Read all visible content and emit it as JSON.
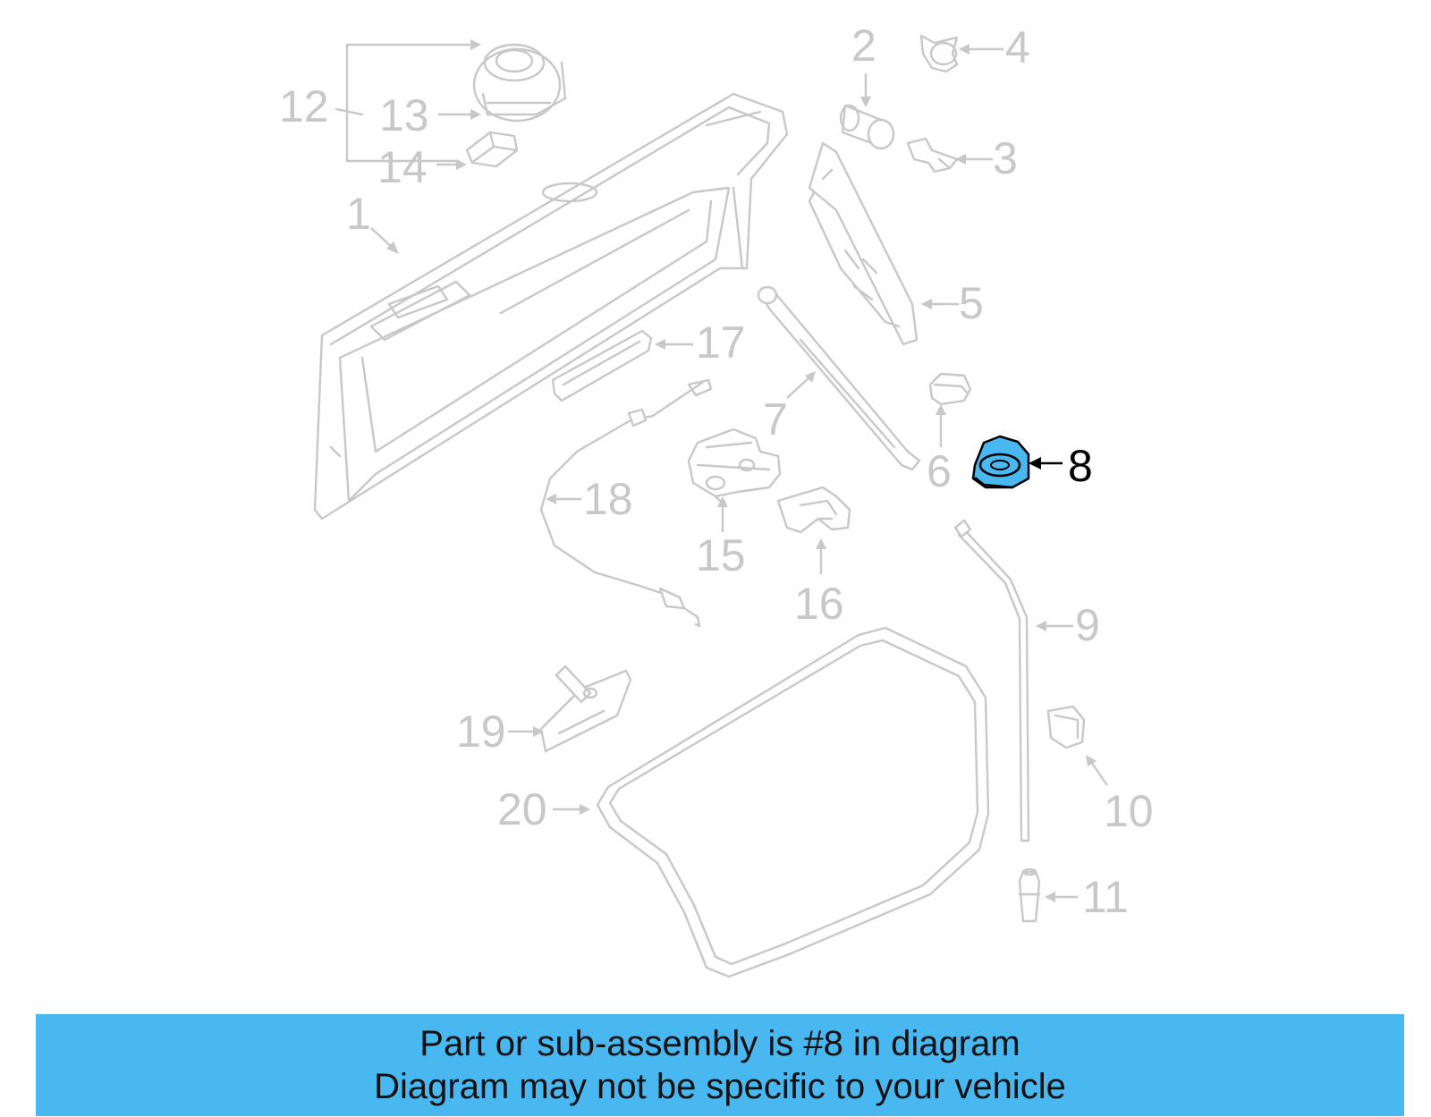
{
  "colors": {
    "banner_background": "#4ab8f0",
    "highlight_part_fill": "#4ab8f0",
    "line_gray": "#c8c8c8",
    "active_label": "#000000"
  },
  "callouts": [
    {
      "id": "1",
      "label": "1"
    },
    {
      "id": "2",
      "label": "2"
    },
    {
      "id": "3",
      "label": "3"
    },
    {
      "id": "4",
      "label": "4"
    },
    {
      "id": "5",
      "label": "5"
    },
    {
      "id": "6",
      "label": "6"
    },
    {
      "id": "7",
      "label": "7"
    },
    {
      "id": "8",
      "label": "8"
    },
    {
      "id": "9",
      "label": "9"
    },
    {
      "id": "10",
      "label": "10"
    },
    {
      "id": "11",
      "label": "11"
    },
    {
      "id": "12",
      "label": "12"
    },
    {
      "id": "13",
      "label": "13"
    },
    {
      "id": "14",
      "label": "14"
    },
    {
      "id": "15",
      "label": "15"
    },
    {
      "id": "16",
      "label": "16"
    },
    {
      "id": "17",
      "label": "17"
    },
    {
      "id": "18",
      "label": "18"
    },
    {
      "id": "19",
      "label": "19"
    },
    {
      "id": "20",
      "label": "20"
    }
  ],
  "highlighted_part": "8",
  "banner": {
    "line1": "Part or sub-assembly is #8 in diagram",
    "line2": "Diagram may not be specific to your vehicle"
  }
}
